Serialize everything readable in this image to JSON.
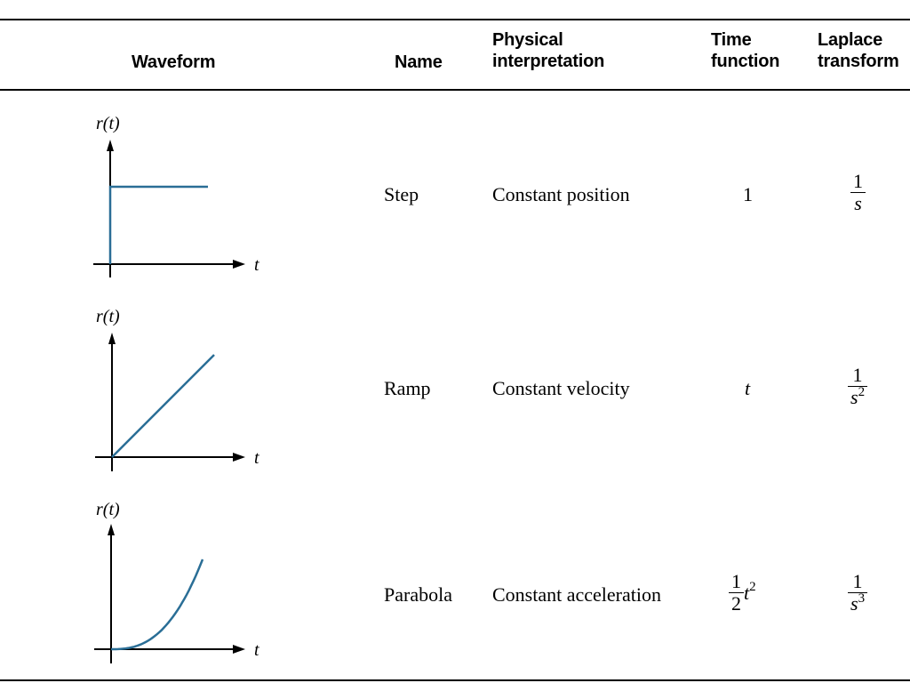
{
  "table": {
    "headers": {
      "waveform": "Waveform",
      "name": "Name",
      "physical_line1": "Physical",
      "physical_line2": "interpretation",
      "time_line1": "Time",
      "time_line2": "function",
      "laplace_line1": "Laplace",
      "laplace_line2": "transform"
    },
    "rows": [
      {
        "axis_y": "r(t)",
        "axis_x": "t",
        "name": "Step",
        "interpretation": "Constant position",
        "time_function": "1",
        "laplace_num": "1",
        "laplace_den": "s",
        "laplace_exp": ""
      },
      {
        "axis_y": "r(t)",
        "axis_x": "t",
        "name": "Ramp",
        "interpretation": "Constant velocity",
        "time_function": "t",
        "laplace_num": "1",
        "laplace_den": "s",
        "laplace_exp": "2"
      },
      {
        "axis_y": "r(t)",
        "axis_x": "t",
        "name": "Parabola",
        "interpretation": "Constant acceleration",
        "time_function_num": "1",
        "time_function_den": "2",
        "time_function_var": "t",
        "time_function_exp": "2",
        "laplace_num": "1",
        "laplace_den": "s",
        "laplace_exp": "3"
      }
    ]
  },
  "colors": {
    "waveform": "#2a6e96",
    "axis": "#000000",
    "rule": "#000000"
  }
}
